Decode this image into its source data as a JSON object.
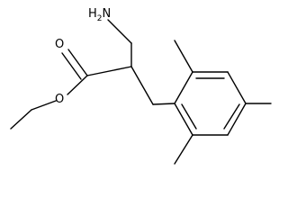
{
  "structure": {
    "atom_labels": {
      "amine_group": "H",
      "amine_subscript": "2",
      "amine_atom": "N",
      "carbonyl_oxygen": "O",
      "ester_oxygen": "O"
    },
    "colors": {
      "bond": "#000000",
      "text": "#000000",
      "background": "#ffffff"
    }
  }
}
